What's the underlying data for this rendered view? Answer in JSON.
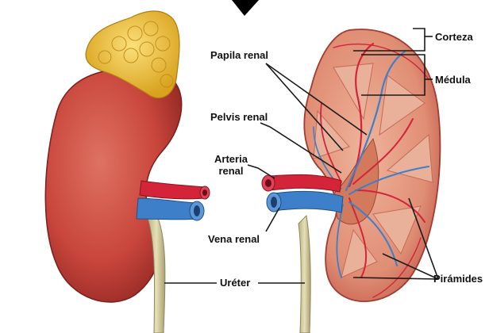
{
  "labels": {
    "papila": "Papila renal",
    "pelvis": "Pelvis renal",
    "arteria_line1": "Arteria",
    "arteria_line2": "renal",
    "vena": "Vena renal",
    "ureter": "Uréter",
    "corteza": "Corteza",
    "medula": "Médula",
    "piramides": "Pirámides"
  },
  "colors": {
    "kidney": "#c9463c",
    "adrenal": "#f2c23a",
    "artery": "#d3243a",
    "vein": "#3d7fc9",
    "ureter": "#d8d2a4",
    "pyramid": "#e7a690",
    "cortex": "#d9806a",
    "leader": "#1a1a1a"
  }
}
